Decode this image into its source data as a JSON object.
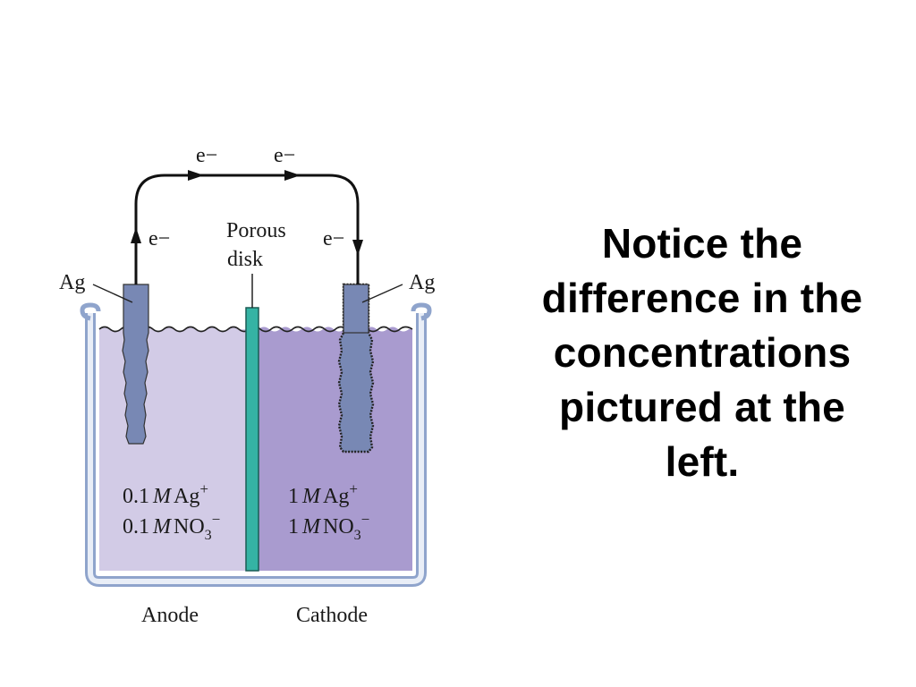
{
  "electron_label": "e−",
  "porous_disk": {
    "line1": "Porous",
    "line2": "disk"
  },
  "electrode_label": "Ag",
  "anode_solution": {
    "line1_conc": "0.1",
    "line1_ion": "Ag",
    "line1_charge": "+",
    "line2_conc": "0.1",
    "line2_ion": "NO",
    "line2_sub": "3",
    "line2_charge": "−"
  },
  "cathode_solution": {
    "line1_conc": "1",
    "line1_ion": "Ag",
    "line1_charge": "+",
    "line2_conc": "1",
    "line2_ion": "NO",
    "line2_sub": "3",
    "line2_charge": "−"
  },
  "unit": "M",
  "anode_label": "Anode",
  "cathode_label": "Cathode",
  "caption": [
    "Notice the",
    "difference in the",
    "concentrations",
    "pictured at the",
    "left."
  ],
  "colors": {
    "anode_solution": "#d2cbe6",
    "cathode_solution": "#a99bcf",
    "porous_disk": "#35b3a4",
    "electrode": "#7888b4",
    "beaker_outline": "#8fa4cc"
  }
}
